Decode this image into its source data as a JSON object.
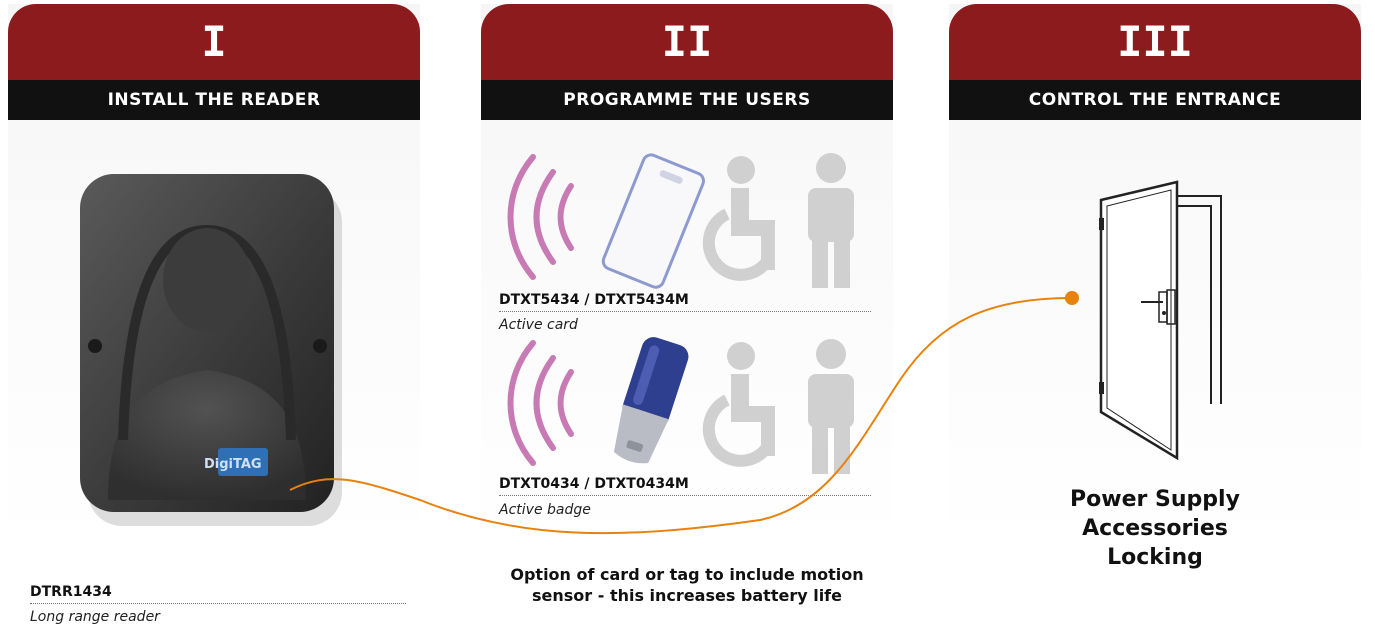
{
  "steps": [
    {
      "numeral": "I",
      "title": "INSTALL THE READER",
      "products": [
        {
          "code": "DTRR1434",
          "description": "Long range reader"
        }
      ],
      "reader_logo": "DigiTAG"
    },
    {
      "numeral": "II",
      "title": "PROGRAMME THE USERS",
      "products": [
        {
          "code": "DTXT5434 / DTXT5434M",
          "description": "Active card"
        },
        {
          "code": "DTXT0434 / DTXT0434M",
          "description": "Active badge"
        }
      ],
      "note": "Option of card or tag to include motion sensor - this increases battery life"
    },
    {
      "numeral": "III",
      "title": "CONTROL THE ENTRANCE",
      "features": [
        "Power Supply",
        "Accessories",
        "Locking"
      ]
    }
  ],
  "colors": {
    "header_red": "#8c1b1e",
    "title_black": "#111111",
    "connector_orange": "#e8820f",
    "signal_pink": "#c77ab3",
    "person_icon_grey": "#d0d0d0"
  },
  "icons": [
    "rfid-reader",
    "radio-wave-icon",
    "active-card",
    "active-badge",
    "wheelchair-icon",
    "person-icon",
    "door-icon"
  ]
}
